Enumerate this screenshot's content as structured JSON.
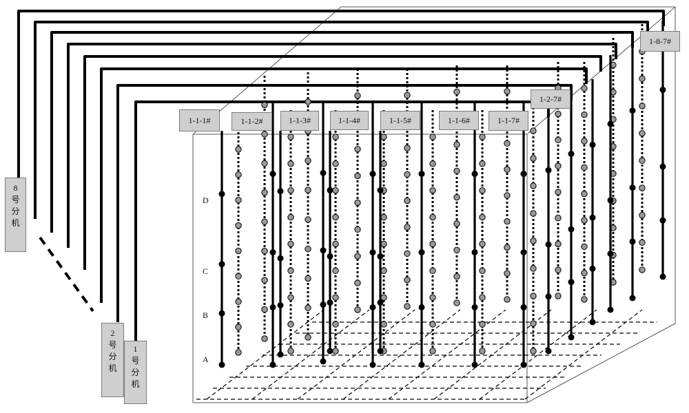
{
  "controllers": {
    "unit1": [
      "1",
      "号",
      "分",
      "机"
    ],
    "unit2": [
      "2",
      "号",
      "分",
      "机"
    ],
    "unit8": [
      "8",
      "号",
      "分",
      "机"
    ]
  },
  "sensor_labels": {
    "col_1_1_1": "1-1-1#",
    "col_1_1_2": "1-1-2#",
    "col_1_1_3": "1-1-3#",
    "col_1_1_4": "1-1-4#",
    "col_1_1_5": "1-1-5#",
    "col_1_1_6": "1-1-6#",
    "col_1_1_7": "1-1-7#",
    "col_1_2_7": "1-2-7#",
    "col_1_8_7": "1-8-7#"
  },
  "levels": {
    "a": "A",
    "b": "B",
    "c": "C",
    "d": "D"
  },
  "colors": {
    "line": "#000000",
    "node_fill": "#9a9a9a",
    "label_bg": "#cfcfcf"
  }
}
